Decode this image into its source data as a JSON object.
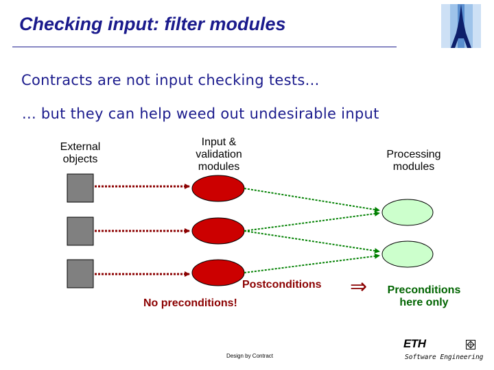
{
  "title": "Checking input: filter modules",
  "body": {
    "line1": "Contracts are not input checking tests...",
    "line2": "... but they can help weed out undesirable input"
  },
  "diagram": {
    "col_external": [
      "External",
      "objects"
    ],
    "col_input": [
      "Input &",
      "validation",
      "modules"
    ],
    "col_processing": [
      "Processing",
      "modules"
    ],
    "postconditions": "Postconditions",
    "no_preconditions": "No preconditions!",
    "implies": "⇒",
    "preconditions_here": [
      "Preconditions",
      "here only"
    ],
    "colors": {
      "external_box": "#808080",
      "input_module": "#cc0000",
      "processing_module": "#ccffcc",
      "arrow_red": "#8b0000",
      "arrow_green": "#008000",
      "title": "#1a1a8c"
    }
  },
  "footer": {
    "center": "Design by Contract",
    "logo": "ETH",
    "logo_sub": "Software Engineering"
  }
}
